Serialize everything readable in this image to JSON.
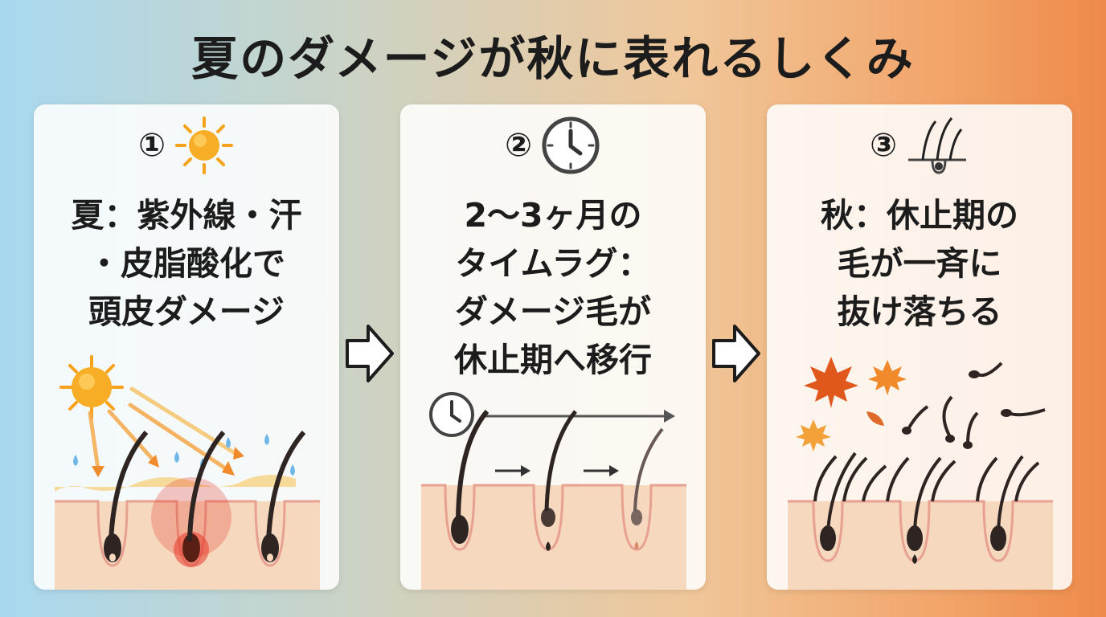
{
  "title": "夏のダメージが秋に表れるしくみ",
  "panels": [
    {
      "num": "①",
      "icon": "sun-icon",
      "lines": [
        "夏：紫外線・汗",
        "・皮脂酸化で",
        "頭皮ダメージ"
      ]
    },
    {
      "num": "②",
      "icon": "clock-icon",
      "lines": [
        "2〜3ヶ月の",
        "タイムラグ：",
        "ダメージ毛が",
        "休止期へ移行"
      ]
    },
    {
      "num": "③",
      "icon": "hair-follicle-icon",
      "lines": [
        "秋：休止期の",
        "毛が一斉に",
        "抜け落ちる"
      ]
    }
  ],
  "colors": {
    "skin": "#f6d8be",
    "skin_line": "#e8a090",
    "hair": "#2e2422",
    "sun": "#f7a21b",
    "inflammation": "#e53a2a",
    "water": "#6fb7e6",
    "leaf": "#e0581c"
  }
}
